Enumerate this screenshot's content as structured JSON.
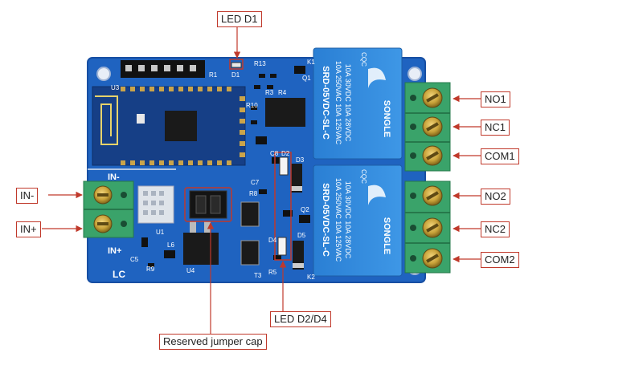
{
  "callouts": {
    "led_d1": "LED D1",
    "in_minus": "IN-",
    "in_plus": "IN+",
    "no1": "NO1",
    "nc1": "NC1",
    "com1": "COM1",
    "no2": "NO2",
    "nc2": "NC2",
    "com2": "COM2",
    "led_d2_d4": "LED D2/D4",
    "jumper": "Reserved jumper cap"
  },
  "board": {
    "relay_model": "SRD-05VDC-SL-C",
    "relay_brand": "SONGLE",
    "relay_rating_1": "10A 250VAC 10A 125VAC",
    "relay_rating_2": "10A 30VDC 10A 28VDC",
    "relay_cert": "CQC",
    "pcb_logo": "LC",
    "silk_in_minus": "IN-",
    "silk_in_plus": "IN+",
    "silk_k1": "K1",
    "silk_k2": "K2",
    "silk_u1": "U1",
    "silk_u3": "U3",
    "silk_u4": "U4",
    "silk_r1": "R1",
    "silk_d1": "D1",
    "silk_r13": "R13",
    "silk_q1": "Q1",
    "silk_q2": "Q2",
    "silk_r3": "R3",
    "silk_r4": "R4",
    "silk_r10": "R10",
    "silk_c8": "C8",
    "silk_d2": "D2",
    "silk_d3": "D3",
    "silk_c7": "C7",
    "silk_r8": "R8",
    "silk_d4": "D4",
    "silk_d5": "D5",
    "silk_r5": "R5",
    "silk_c5": "C5",
    "silk_r9": "R9",
    "silk_l6": "L6",
    "silk_t3": "T3"
  },
  "colors": {
    "pcb": "#1f63c0",
    "pcb_dark": "#17479a",
    "relay_blue": "#2a82d8",
    "terminal_green": "#3aa36a",
    "screw_brass": "#c9a33a",
    "callout_red": "#c0392b"
  }
}
